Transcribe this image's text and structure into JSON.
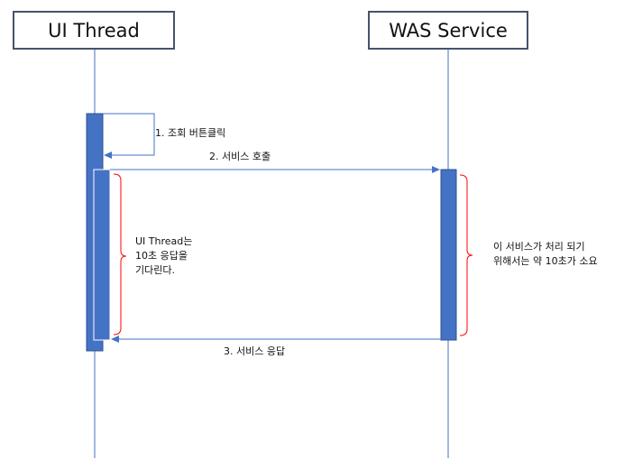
{
  "actors": {
    "ui": "UI Thread",
    "was": "WAS Service"
  },
  "messages": {
    "self_call": "1. 조회 버튼클릭",
    "request": "2. 서비스 호출",
    "response": "3. 서비스 응답"
  },
  "notes": {
    "ui_wait": "UI Thread는\n10초 응답을\n기다린다.",
    "was_duration": "이 서비스가 처리 되기\n위해서는 약 10초가 소요"
  },
  "colors": {
    "lifeline": "#4472c4",
    "activation_fill": "#4472c4",
    "activation_stroke": "#2f528f",
    "bracket": "#ff0000",
    "actor_border": "#44546a"
  }
}
